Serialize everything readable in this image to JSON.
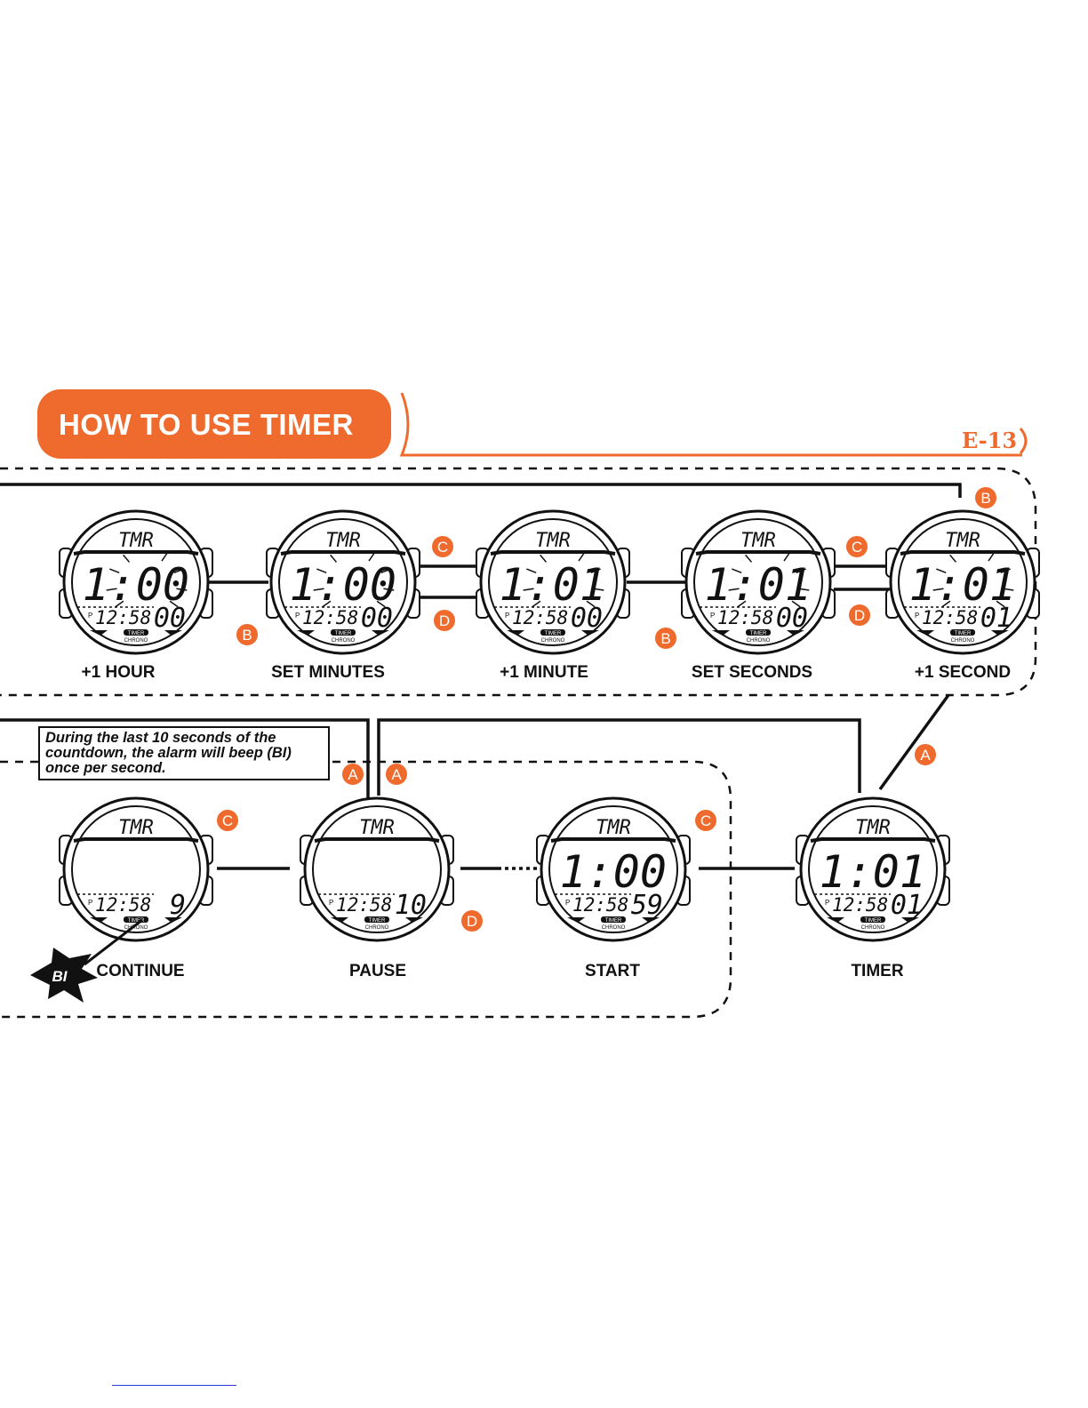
{
  "header": {
    "title": "HOW TO USE TIMER",
    "page_number": "E-13"
  },
  "colors": {
    "accent": "#ef6a2d",
    "ink": "#111111",
    "display": "#ffffff"
  },
  "note": {
    "lines": [
      "During the last 10 seconds of the",
      "countdown, the alarm will beep (BI)",
      "once per second."
    ]
  },
  "beep_symbol": "BI",
  "watches": [
    {
      "id": "plus-1-hour",
      "label": "+1 HOUR",
      "mode": "TMR",
      "main": "1:00",
      "sub_time": "12:58",
      "sub_value": "00",
      "flash": true
    },
    {
      "id": "set-minutes",
      "label": "SET MINUTES",
      "mode": "TMR",
      "main": "1:00",
      "sub_time": "12:58",
      "sub_value": "00",
      "flash": true
    },
    {
      "id": "plus-1-minute",
      "label": "+1 MINUTE",
      "mode": "TMR",
      "main": "1:01",
      "sub_time": "12:58",
      "sub_value": "00",
      "flash": true
    },
    {
      "id": "set-seconds",
      "label": "SET SECONDS",
      "mode": "TMR",
      "main": "1:01",
      "sub_time": "12:58",
      "sub_value": "00",
      "flash": true
    },
    {
      "id": "plus-1-second",
      "label": "+1 SECOND",
      "mode": "TMR",
      "main": "1:01",
      "sub_time": "12:58",
      "sub_value": "01",
      "flash": true
    },
    {
      "id": "continue",
      "label": "CONTINUE",
      "mode": "TMR",
      "main": "",
      "sub_time": "12:58",
      "sub_value": "9",
      "flash": false
    },
    {
      "id": "pause",
      "label": "PAUSE",
      "mode": "TMR",
      "main": "",
      "sub_time": "12:58",
      "sub_value": "10",
      "flash": false
    },
    {
      "id": "start",
      "label": "START",
      "mode": "TMR",
      "main": "1:00",
      "sub_time": "12:58",
      "sub_value": "59",
      "flash": false
    },
    {
      "id": "timer",
      "label": "TIMER",
      "mode": "TMR",
      "main": "1:01",
      "sub_time": "12:58",
      "sub_value": "01",
      "flash": false
    }
  ],
  "face_labels": {
    "timer_tag": "TIMER",
    "chrono_tag": "CHRONO",
    "pm_marker": "P"
  },
  "buttons": [
    "A",
    "B",
    "C",
    "D"
  ]
}
